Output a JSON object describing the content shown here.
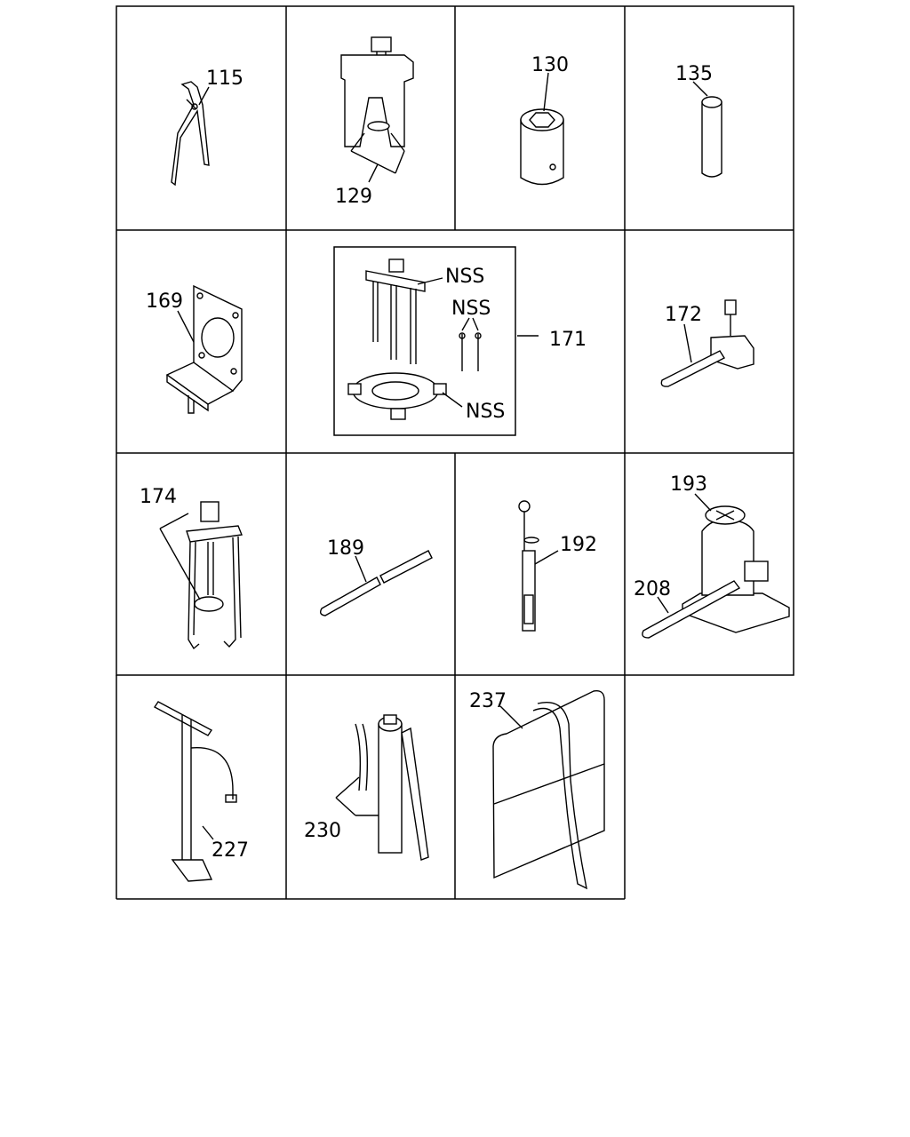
{
  "cells": [
    {
      "id": "c1",
      "callouts": [
        "115"
      ]
    },
    {
      "id": "c2",
      "callouts": [
        "129"
      ]
    },
    {
      "id": "c3",
      "callouts": [
        "130"
      ]
    },
    {
      "id": "c4",
      "callouts": [
        "135"
      ]
    },
    {
      "id": "c5",
      "callouts": [
        "169"
      ]
    },
    {
      "id": "c6",
      "callouts": [
        "NSS",
        "NSS",
        "NSS",
        "171"
      ]
    },
    {
      "id": "c7",
      "callouts": [
        "172"
      ]
    },
    {
      "id": "c8",
      "callouts": [
        "174"
      ]
    },
    {
      "id": "c9",
      "callouts": [
        "189"
      ]
    },
    {
      "id": "c10",
      "callouts": [
        "192"
      ]
    },
    {
      "id": "c11",
      "callouts": [
        "193",
        "208"
      ]
    },
    {
      "id": "c12",
      "callouts": [
        "227"
      ]
    },
    {
      "id": "c13",
      "callouts": [
        "230"
      ]
    },
    {
      "id": "c14",
      "callouts": [
        "237"
      ]
    }
  ]
}
